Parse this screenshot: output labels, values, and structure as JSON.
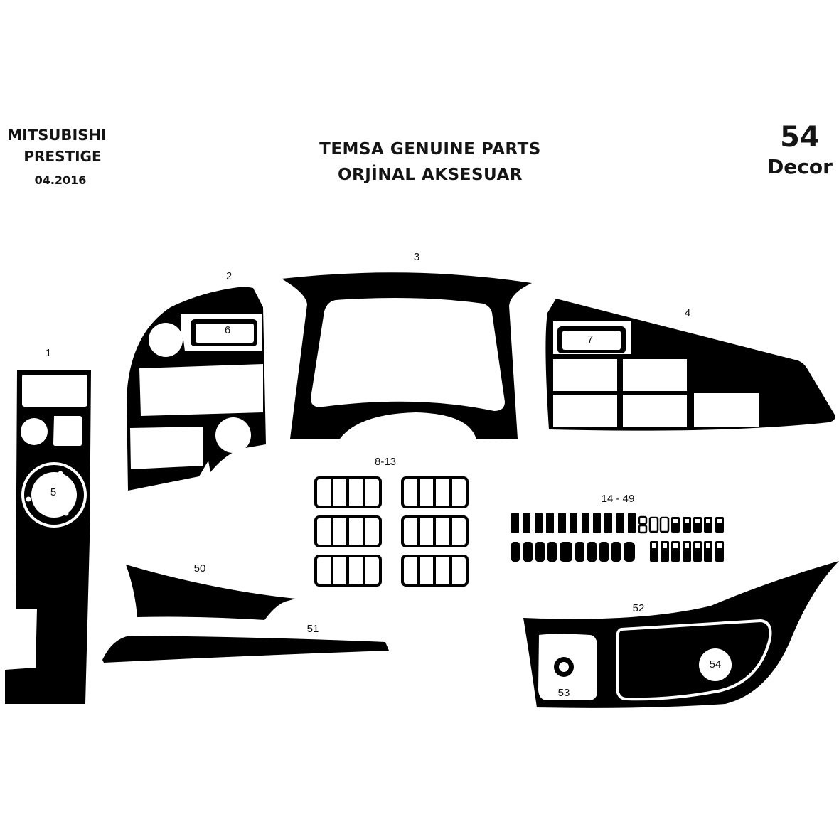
{
  "header": {
    "brand_line1": "MITSUBISHI",
    "brand_line2": "PRESTIGE",
    "date": "04.2016",
    "title_line1": "TEMSA GENUINE PARTS",
    "title_line2": "ORJİNAL AKSESUAR",
    "piece_count": "54",
    "piece_label": "Decor"
  },
  "colors": {
    "part_fill": "#000000",
    "background": "#ffffff",
    "text": "#141414"
  },
  "parts": [
    {
      "id": "1",
      "label": "1",
      "description": "center console vertical panel"
    },
    {
      "id": "2",
      "label": "2",
      "description": "left dashboard panel"
    },
    {
      "id": "3",
      "label": "3",
      "description": "instrument cluster frame"
    },
    {
      "id": "4",
      "label": "4",
      "description": "right dashboard panel"
    },
    {
      "id": "5",
      "label": "5",
      "description": "round dial ring"
    },
    {
      "id": "6",
      "label": "6",
      "description": "left slot trim"
    },
    {
      "id": "7",
      "label": "7",
      "description": "right slot trim"
    },
    {
      "id": "8-13",
      "label": "8-13",
      "description": "six 4-cell switch frames"
    },
    {
      "id": "14-49",
      "label": "14 - 49",
      "description": "small switch covers"
    },
    {
      "id": "50",
      "label": "50",
      "description": "wedge trim"
    },
    {
      "id": "51",
      "label": "51",
      "description": "long strip trim"
    },
    {
      "id": "52",
      "label": "52",
      "description": "door handle panel"
    },
    {
      "id": "53",
      "label": "53",
      "description": "small ring"
    },
    {
      "id": "54",
      "label": "54",
      "description": "round insert"
    }
  ]
}
